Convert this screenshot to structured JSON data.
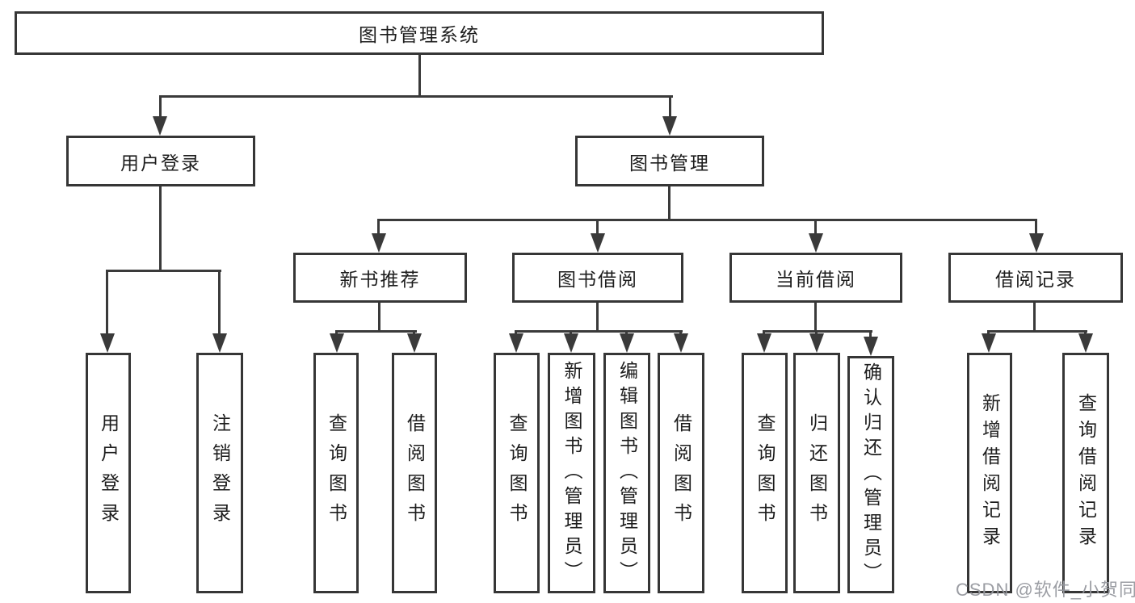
{
  "diagram": {
    "title_node": "图书管理系统",
    "nodes": {
      "root": "图书管理系统",
      "user_login": "用户登录",
      "book_mgmt": "图书管理",
      "new_book_rec": "新书推荐",
      "book_borrow": "图书借阅",
      "current_borrow": "当前借阅",
      "borrow_records": "借阅记录",
      "leaf_user_login": "用户登录",
      "leaf_logout": "注销登录",
      "leaf_nb_query": "查询图书",
      "leaf_nb_borrow": "借阅图书",
      "leaf_bb_query": "查询图书",
      "leaf_bb_add": "新增图书（管理员）",
      "leaf_bb_edit": "编辑图书（管理员）",
      "leaf_bb_borrow": "借阅图书",
      "leaf_cb_query": "查询图书",
      "leaf_cb_return": "归还图书",
      "leaf_cb_confirm": "确认归还（管理员）",
      "leaf_br_add": "新增借阅记录",
      "leaf_br_query": "查询借阅记录"
    },
    "hierarchy": {
      "图书管理系统": {
        "用户登录": [
          "用户登录",
          "注销登录"
        ],
        "图书管理": {
          "新书推荐": [
            "查询图书",
            "借阅图书"
          ],
          "图书借阅": [
            "查询图书",
            "新增图书（管理员）",
            "编辑图书（管理员）",
            "借阅图书"
          ],
          "当前借阅": [
            "查询图书",
            "归还图书",
            "确认归还（管理员）"
          ],
          "借阅记录": [
            "新增借阅记录",
            "查询借阅记录"
          ]
        }
      }
    },
    "colors": {
      "line": "#3a3a3a",
      "box_border": "#363636",
      "text": "#1d1d1d",
      "background": "#ffffff",
      "watermark": "#96989e"
    }
  },
  "watermark": "CSDN @软件_小贺同学"
}
